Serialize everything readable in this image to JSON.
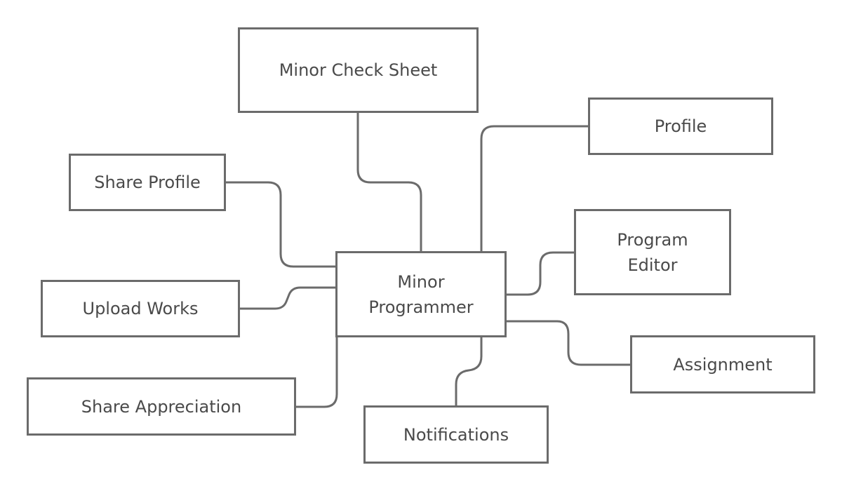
{
  "diagram": {
    "center": {
      "label": "Minor\nProgrammer"
    },
    "nodes": {
      "check_sheet": {
        "label": "Minor Check Sheet"
      },
      "profile": {
        "label": "Profile"
      },
      "share_profile": {
        "label": "Share Profile"
      },
      "program_editor": {
        "label": "Program\nEditor"
      },
      "upload_works": {
        "label": "Upload Works"
      },
      "assignment": {
        "label": "Assignment"
      },
      "share_appreciation": {
        "label": "Share Appreciation"
      },
      "notifications": {
        "label": "Notifications"
      }
    },
    "colors": {
      "stroke": "#6b6b6b",
      "text": "#4a4a4a",
      "background": "#ffffff"
    }
  }
}
